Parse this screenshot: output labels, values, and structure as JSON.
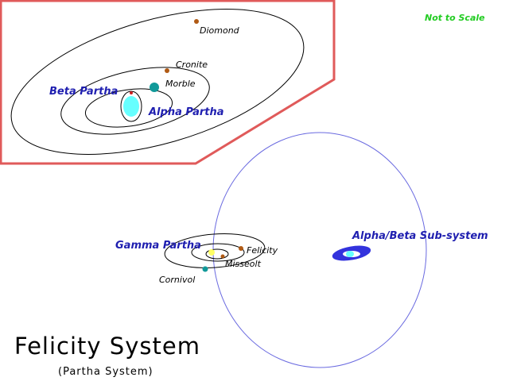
{
  "note": {
    "text": "Not to Scale",
    "color": "#22cc22"
  },
  "title": {
    "main": "Felicity System",
    "sub": "(Partha System)"
  },
  "colors": {
    "inset_border": "#e05a5a",
    "big_orbit": "#6a6ae0",
    "planet_brown": "#b05a14",
    "planet_teal": "#119999",
    "star_cyan": "#66ffff",
    "star_yellow": "#ffff66",
    "label_blue": "#1f1fb0"
  },
  "inset": {
    "labels": {
      "diomond": "Diomond",
      "cronite": "Cronite",
      "morble": "Morble",
      "beta_partha": "Beta Partha",
      "alpha_partha": "Alpha Partha"
    }
  },
  "main": {
    "labels": {
      "alpha_beta": "Alpha/Beta Sub-system",
      "gamma_partha": "Gamma Partha",
      "felicity": "Felicity",
      "misseolt": "Misseolt",
      "cornivol": "Cornivol"
    }
  }
}
